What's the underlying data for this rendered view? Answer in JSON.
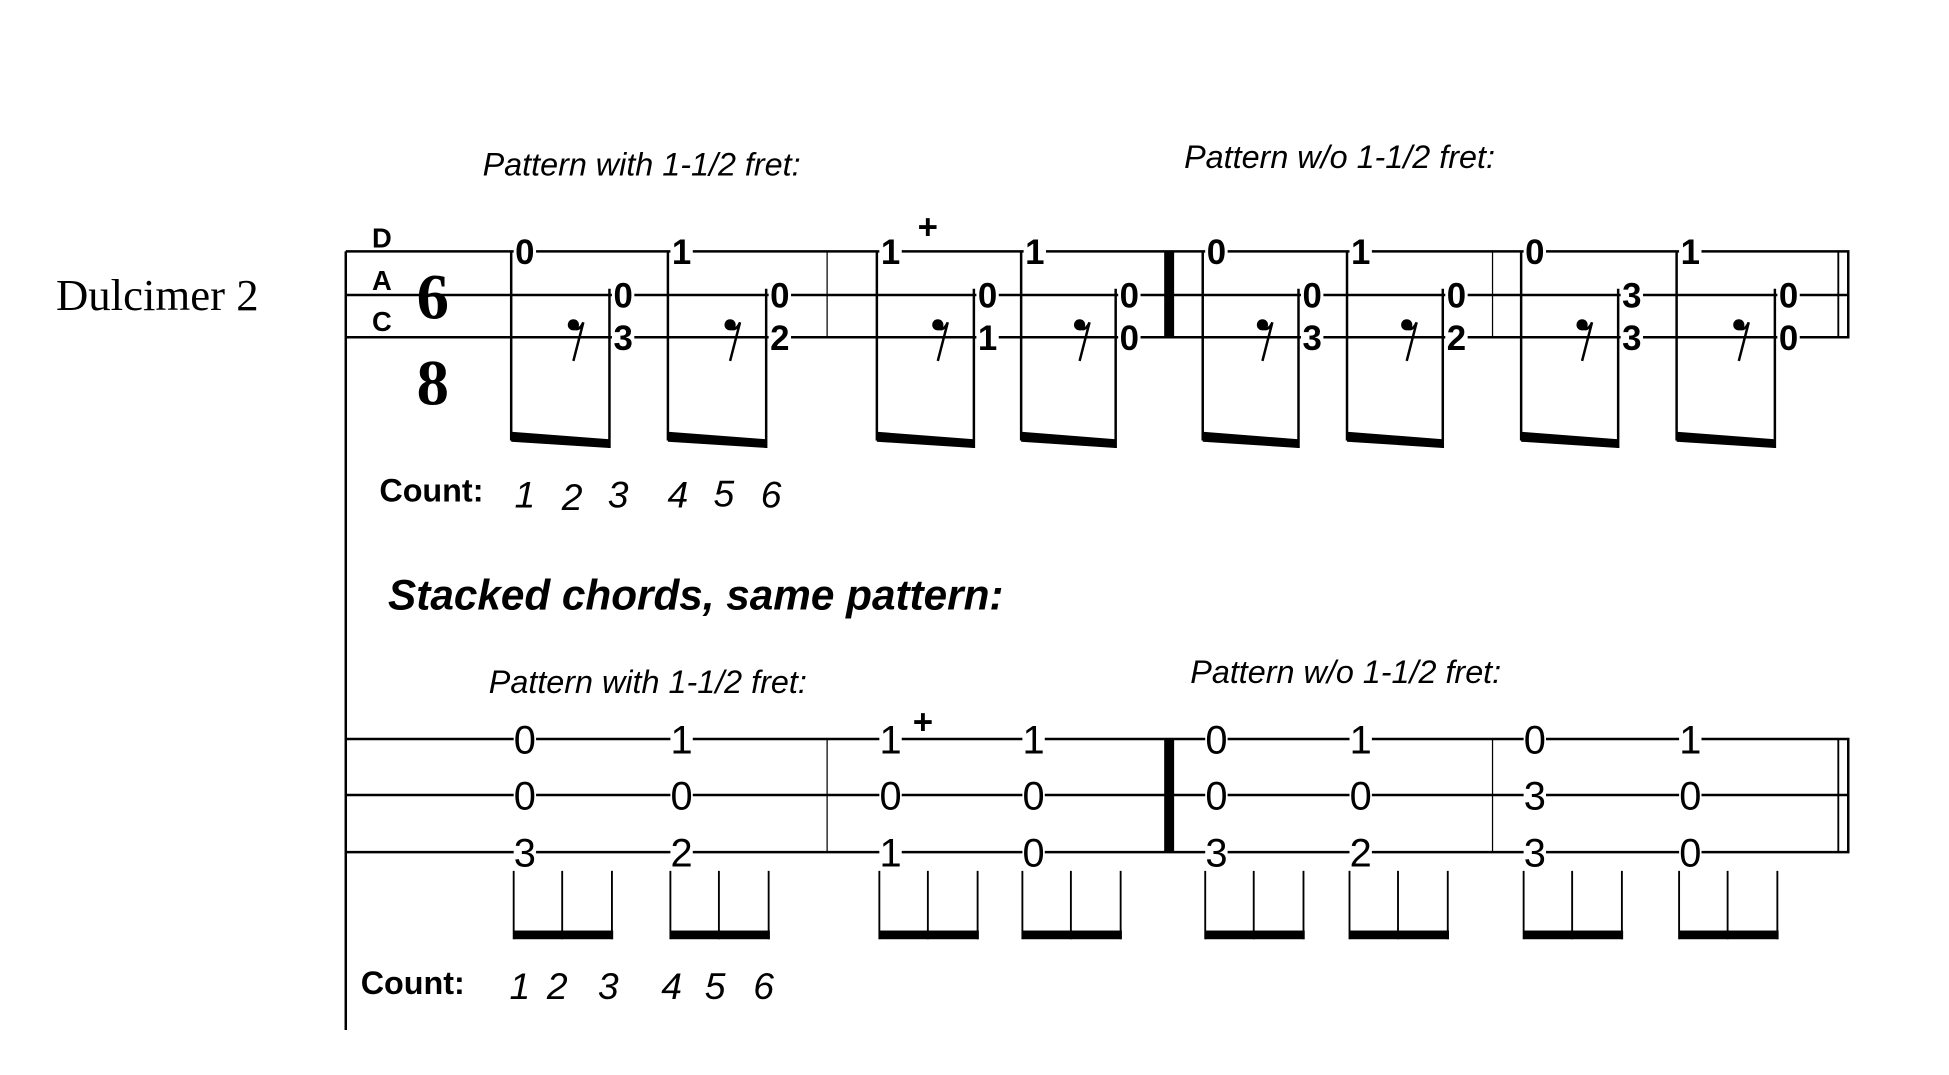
{
  "instrument": "Dulcimer 2",
  "tuning": [
    "D",
    "A",
    "C"
  ],
  "time_signature": {
    "top": "6",
    "bottom": "8"
  },
  "section1": {
    "caption_with": "Pattern with 1-1/2 fret:",
    "caption_without": "Pattern w/o 1-1/2 fret:",
    "count_label": "Count:",
    "count": [
      "1",
      "2",
      "3",
      "4",
      "5",
      "6"
    ],
    "groups": [
      {
        "top": "0",
        "chord": [
          "0",
          "3"
        ],
        "plus": false
      },
      {
        "top": "1",
        "chord": [
          "0",
          "2"
        ],
        "plus": false
      },
      {
        "top": "1",
        "chord": [
          "0",
          "1"
        ],
        "plus": true
      },
      {
        "top": "1",
        "chord": [
          "0",
          "0"
        ],
        "plus": false
      },
      {
        "top": "0",
        "chord": [
          "0",
          "3"
        ],
        "plus": false
      },
      {
        "top": "1",
        "chord": [
          "0",
          "2"
        ],
        "plus": false
      },
      {
        "top": "0",
        "chord": [
          "3",
          "3"
        ],
        "plus": false
      },
      {
        "top": "1",
        "chord": [
          "0",
          "0"
        ],
        "plus": false
      }
    ],
    "plus_symbol": "+"
  },
  "heading": "Stacked chords, same pattern:",
  "section2": {
    "caption_with": "Pattern with 1-1/2 fret:",
    "caption_without": "Pattern w/o 1-1/2 fret:",
    "count_label": "Count:",
    "count": [
      "1",
      "2",
      "3",
      "4",
      "5",
      "6"
    ],
    "chords": [
      {
        "frets": [
          "0",
          "0",
          "3"
        ],
        "plus": false
      },
      {
        "frets": [
          "1",
          "0",
          "2"
        ],
        "plus": false
      },
      {
        "frets": [
          "1",
          "0",
          "1"
        ],
        "plus": true
      },
      {
        "frets": [
          "1",
          "0",
          "0"
        ],
        "plus": false
      },
      {
        "frets": [
          "0",
          "0",
          "3"
        ],
        "plus": false
      },
      {
        "frets": [
          "1",
          "0",
          "2"
        ],
        "plus": false
      },
      {
        "frets": [
          "0",
          "3",
          "3"
        ],
        "plus": false
      },
      {
        "frets": [
          "1",
          "0",
          "0"
        ],
        "plus": false
      }
    ],
    "plus_symbol": "+"
  }
}
